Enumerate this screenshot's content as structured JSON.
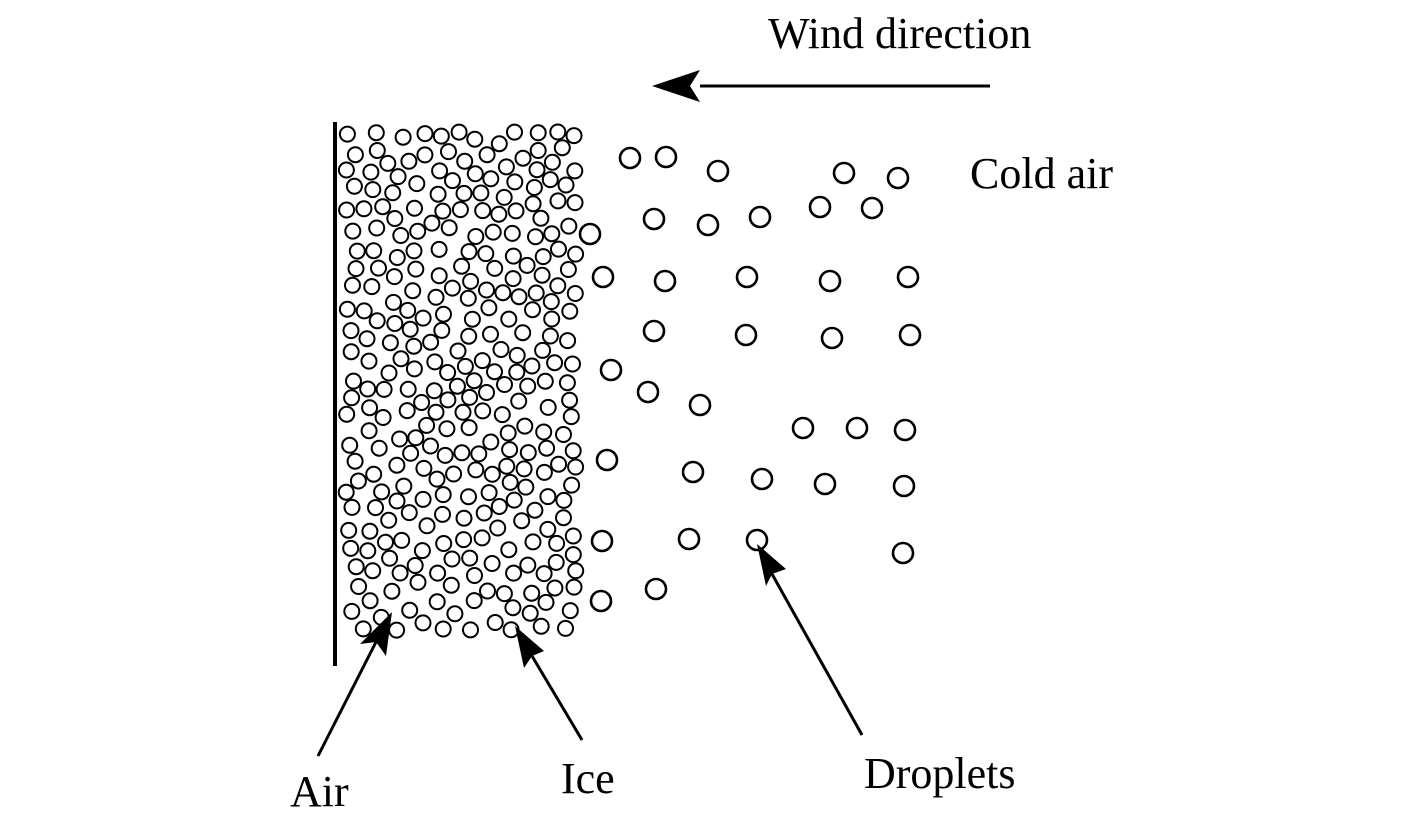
{
  "labels": {
    "wind_direction": "Wind direction",
    "cold_air": "Cold air",
    "air": "Air",
    "ice": "Ice",
    "droplets": "Droplets"
  },
  "colors": {
    "ink": "#000000",
    "background": "#ffffff"
  }
}
